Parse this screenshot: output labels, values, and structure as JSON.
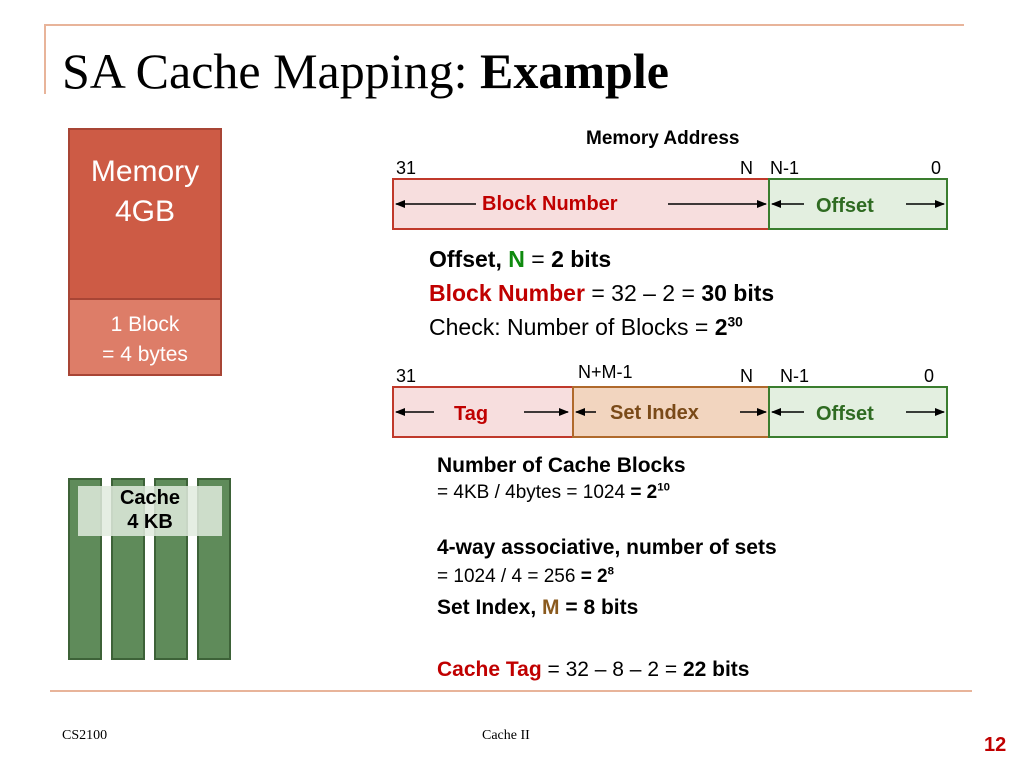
{
  "title": {
    "main": "SA Cache Mapping: ",
    "emph": "Example"
  },
  "memory": {
    "line1": "Memory",
    "line2": "4GB",
    "block_line1": "1 Block",
    "block_line2": "= 4 bytes"
  },
  "cache": {
    "line1": "Cache",
    "line2": "4 KB"
  },
  "address": {
    "title": "Memory Address",
    "row1": {
      "bit_31": "31",
      "bit_n": "N",
      "bit_n1": "N-1",
      "bit_0": "0",
      "block_number": "Block Number",
      "offset": "Offset"
    },
    "row2": {
      "bit_31": "31",
      "bit_nm1": "N+M-1",
      "bit_n": "N",
      "bit_n1": "N-1",
      "bit_0": "0",
      "tag": "Tag",
      "set_index": "Set Index",
      "offset": "Offset"
    }
  },
  "calc1": {
    "offset_label": "Offset, ",
    "n": "N",
    "offset_eq": " = ",
    "offset_val": "2 bits",
    "block_label": "Block Number",
    "block_eq": " = 32 – 2 = ",
    "block_val": "30 bits",
    "check_label": "Check: Number of Blocks = ",
    "check_base": "2",
    "check_exp": "30"
  },
  "calc2": {
    "ncb_title": "Number of Cache Blocks",
    "ncb_expr": "= 4KB / 4bytes = 1024 ",
    "ncb_eq": "= 2",
    "ncb_exp": "10",
    "assoc_title": "4-way associative, number of sets",
    "assoc_expr": "= 1024 / 4 = 256 ",
    "assoc_eq": "= 2",
    "assoc_exp": "8",
    "set_label": "Set Index, ",
    "m": "M",
    "set_val": " = 8 bits",
    "tag_label": "Cache Tag",
    "tag_expr": " = 32 – 8 – 2 = ",
    "tag_val": "22 bits"
  },
  "footer": {
    "left": "CS2100",
    "center": "Cache II",
    "page": "12"
  }
}
